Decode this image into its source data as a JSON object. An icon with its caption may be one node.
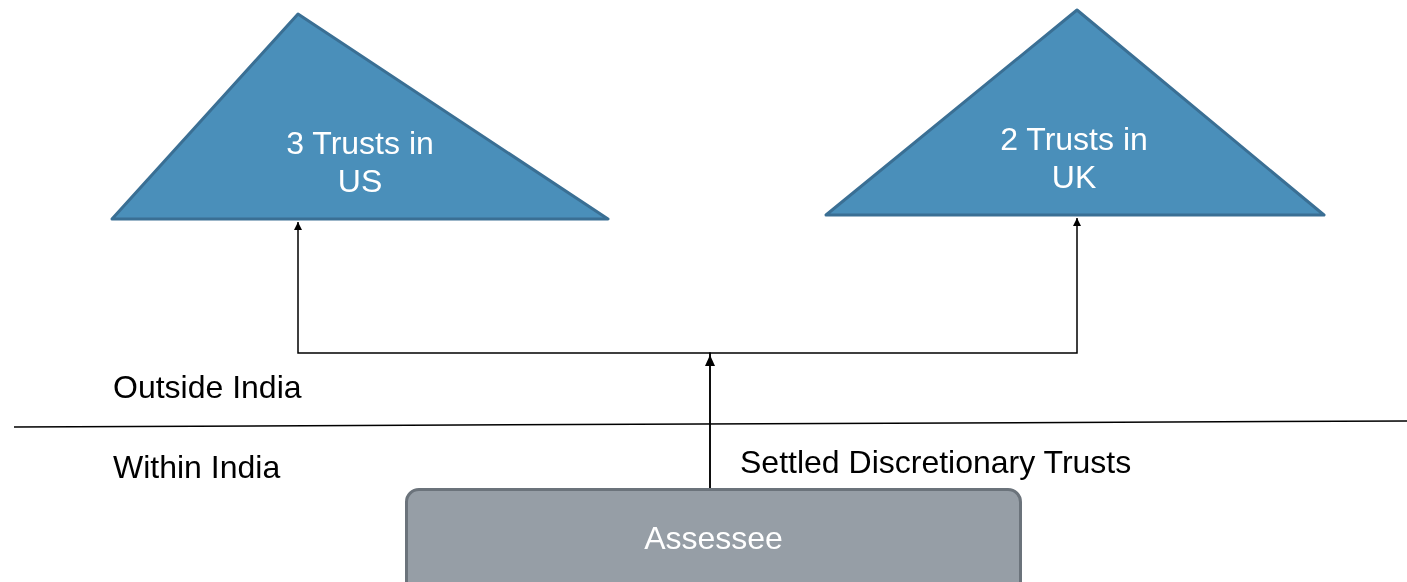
{
  "diagram": {
    "nodes": [
      {
        "text": [
          "3 Trusts in US"
        ]
      },
      {
        "text": [
          "2 Trusts in UK"
        ]
      },
      {
        "text": [
          "Assessee"
        ]
      }
    ],
    "edges": [
      {
        "from": 2,
        "to": 0,
        "arrow": "to"
      },
      {
        "from": 2,
        "to": 1,
        "arrow": "to"
      }
    ],
    "labels": [
      "Outside India",
      "Within India",
      "Settled Discretionary Trusts"
    ]
  }
}
